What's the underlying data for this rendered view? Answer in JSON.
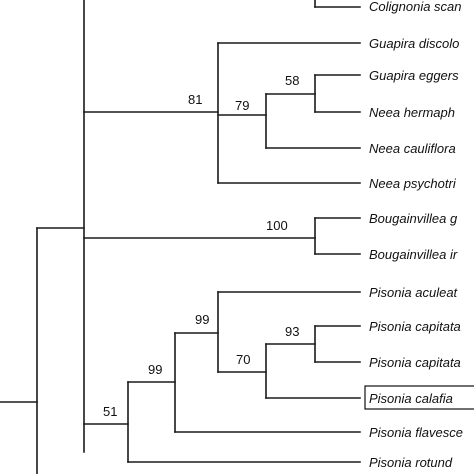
{
  "taxa": [
    {
      "id": "t0",
      "label": "Colignonia scan"
    },
    {
      "id": "t1",
      "label": "Guapira discolo"
    },
    {
      "id": "t2",
      "label": "Guapira eggers"
    },
    {
      "id": "t3",
      "label": "Neea hermaph"
    },
    {
      "id": "t4",
      "label": "Neea cauliflora"
    },
    {
      "id": "t5",
      "label": "Neea psychotri"
    },
    {
      "id": "t6",
      "label": "Bougainvillea g"
    },
    {
      "id": "t7",
      "label": "Bougainvillea ir"
    },
    {
      "id": "t8",
      "label": "Pisonia aculeat"
    },
    {
      "id": "t9",
      "label": "Pisonia capitata"
    },
    {
      "id": "t10",
      "label": "Pisonia capitata"
    },
    {
      "id": "t11",
      "label": "Pisonia calafia",
      "highlighted": true
    },
    {
      "id": "t12",
      "label": "Pisonia flavesce"
    },
    {
      "id": "t13",
      "label": "Pisonia rotund"
    }
  ],
  "support_values": {
    "guapira_neea": "81",
    "neea_inner": "79",
    "eggers_herm": "58",
    "bougainvillea": "100",
    "pisonia_core": "51",
    "pisonia_a": "99",
    "pisonia_b": "99",
    "pisonia_c": "70",
    "capitata": "93"
  }
}
